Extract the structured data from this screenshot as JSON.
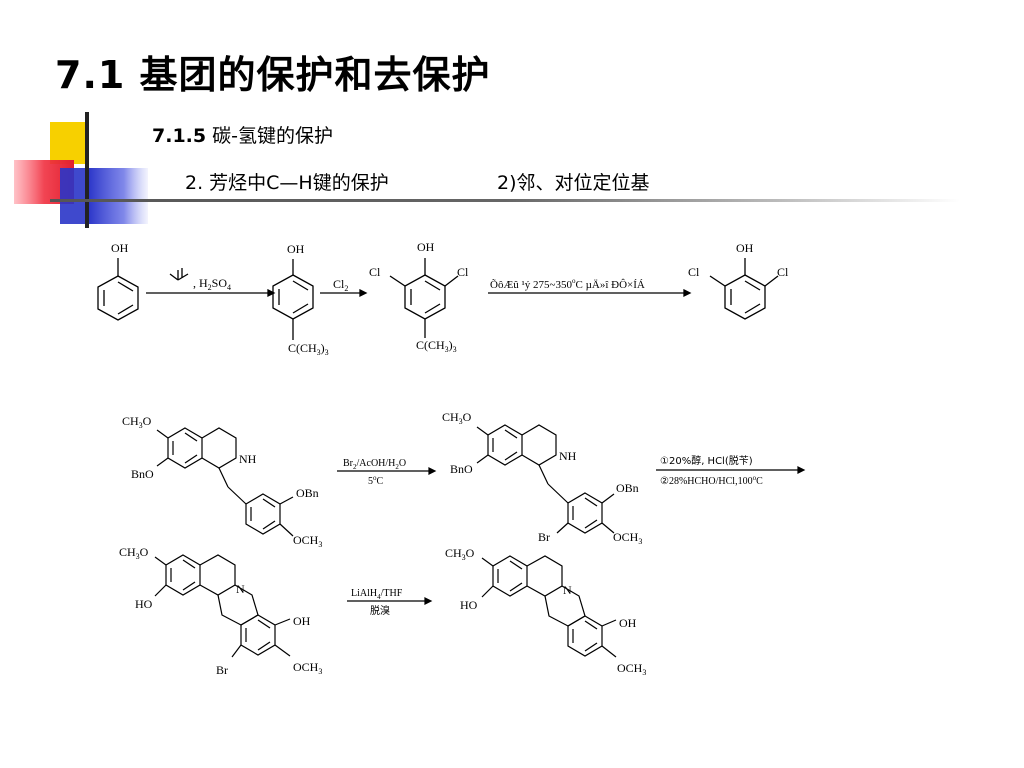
{
  "slide": {
    "title": "7.1  基团的保护和去保护",
    "section_num": "7.1.5",
    "section_text": " 碳-氢键的保护",
    "item_text": "2. 芳烃中C—H键的保护",
    "sub_item_text": "2)邻、对位定位基"
  },
  "scheme1": {
    "phenol_oh": "OH",
    "reagent1_prefix": ", H",
    "reagent1_h2": "2",
    "reagent1_so": "SO",
    "reagent1_4": "4",
    "p2_oh": "OH",
    "p2_cme3": "C(CH",
    "p2_cme3_sub": "3",
    "p2_cme3_end": ")",
    "p2_cme3_sub2": "3",
    "reagent2": "Cl",
    "reagent2_sub": "2",
    "p3_oh": "OH",
    "p3_cl_left": "Cl",
    "p3_cl_right": "Cl",
    "p3_cme3": "C(CH",
    "p3_cme3_sub": "3",
    "p3_cme3_end": ")",
    "p3_cme3_sub2": "3",
    "reagent3_part1": "ÕôÆû ¹ý 275~350",
    "reagent3_deg": "o",
    "reagent3_part2": "C µÄ»î ÐÔ×ÍÁ",
    "p4_oh": "OH",
    "p4_cl_left": "Cl",
    "p4_cl_right": "Cl"
  },
  "scheme2": {
    "a_meo": "CH",
    "a_meo_sub": "3",
    "a_meo_o": "O",
    "a_bno": "BnO",
    "a_nh": "NH",
    "a_obn": "OBn",
    "a_och3": "OCH",
    "a_och3_sub": "3",
    "r1_line1": "Br",
    "r1_line1_sub": "2",
    "r1_line1_mid": "/AcOH/H",
    "r1_line1_sub2": "2",
    "r1_line1_end": "O",
    "r1_line2": "5",
    "r1_deg": "o",
    "r1_line2_end": "C",
    "b_meo": "CH",
    "b_meo_sub": "3",
    "b_meo_o": "O",
    "b_bno": "BnO",
    "b_nh": "NH",
    "b_obn": "OBn",
    "b_br": "Br",
    "b_och3": "OCH",
    "b_och3_sub": "3",
    "r2_line1": "①20%醇, HCl(脱苄)",
    "r2_line2": "②28%HCHO/HCl,100",
    "r2_deg": "o",
    "r2_line2_end": "C",
    "c_meo": "CH",
    "c_meo_sub": "3",
    "c_meo_o": "O",
    "c_ho": "HO",
    "c_n": "N",
    "c_oh": "OH",
    "c_br": "Br",
    "c_och3": "OCH",
    "c_och3_sub": "3",
    "r3_line1": "LiAlH",
    "r3_line1_sub": "4",
    "r3_line1_end": "/THF",
    "r3_line2": "脱溴",
    "d_meo": "CH",
    "d_meo_sub": "3",
    "d_meo_o": "O",
    "d_ho": "HO",
    "d_n": "N",
    "d_oh": "OH",
    "d_och3": "OCH",
    "d_och3_sub": "3"
  },
  "colors": {
    "yellow": "#f7d000",
    "red": "#f03040",
    "blue": "#2a35c8",
    "rule": "#555555"
  },
  "icons": [
    "decorative-color-blocks"
  ]
}
